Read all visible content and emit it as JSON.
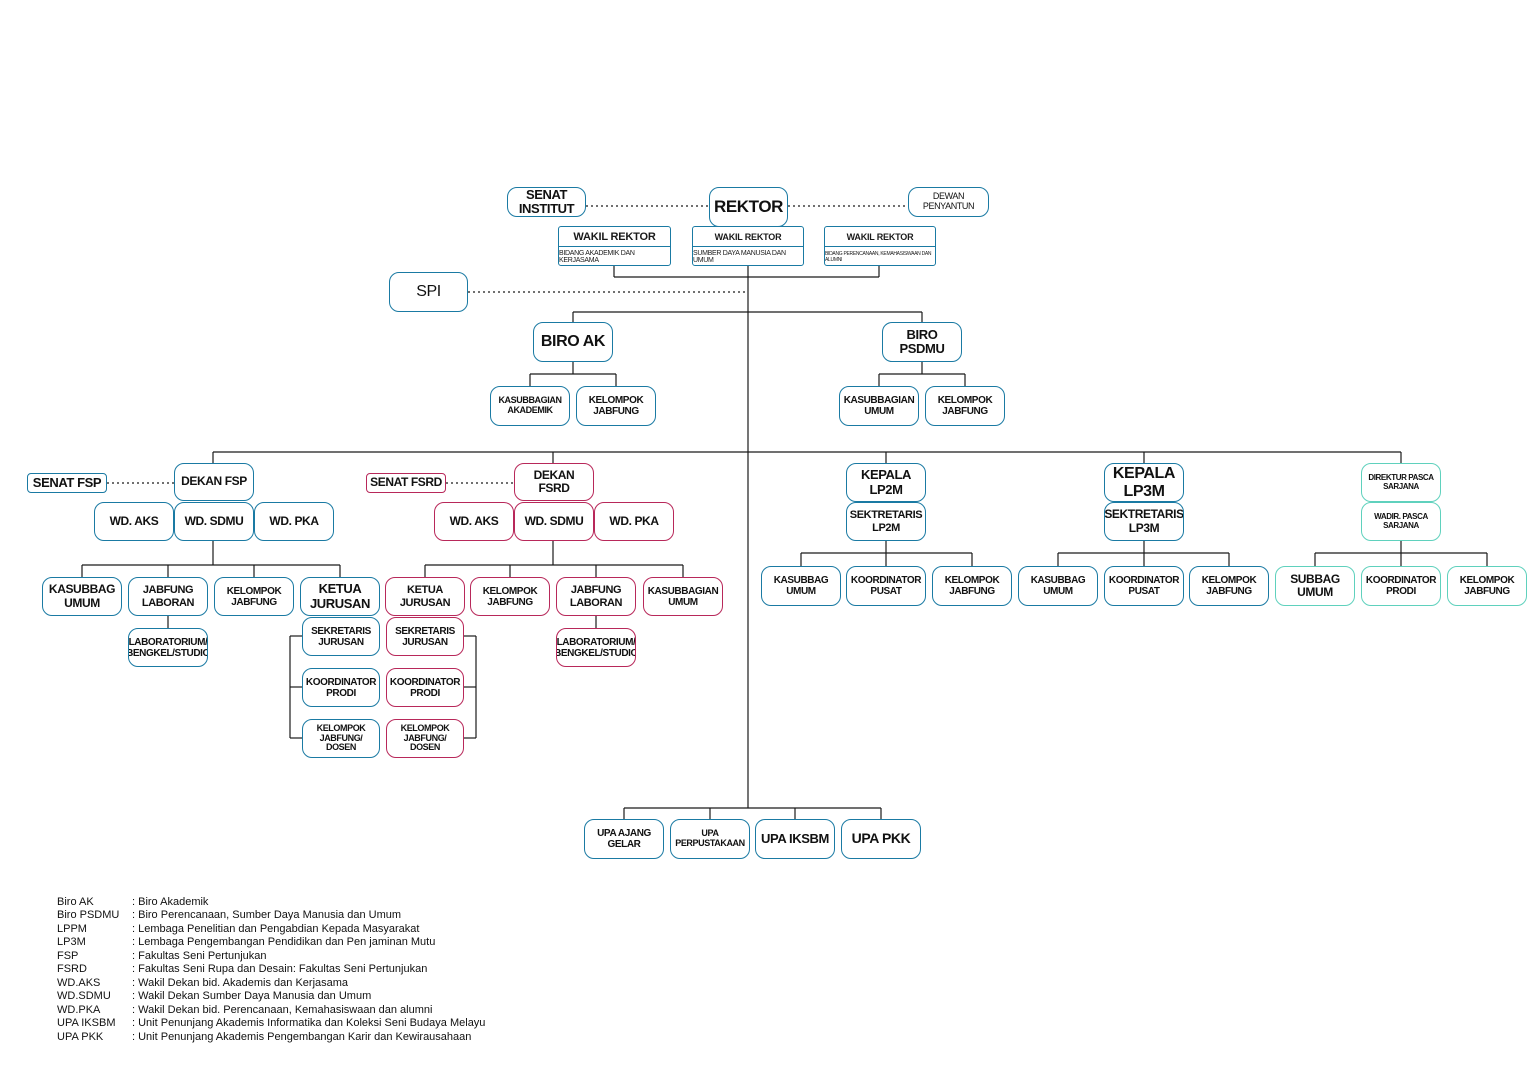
{
  "top": {
    "rektor": "REKTOR",
    "senat_institut": "SENAT INSTITUT",
    "dewan": "DEWAN PENYANTUN",
    "spi": "SPI",
    "wakil": [
      {
        "title": "WAKIL REKTOR",
        "sub": "BIDANG AKADEMIK DAN KERJASAMA"
      },
      {
        "title": "WAKIL REKTOR",
        "sub": "SUMBER DAYA MANUSIA DAN UMUM"
      },
      {
        "title": "WAKIL REKTOR",
        "sub": "BIDANG PERENCANAAN, KEMAHASISWAAN DAN ALUMNI"
      }
    ]
  },
  "biro_ak": {
    "title": "BIRO AK",
    "children": [
      "KASUBBAGIAN AKADEMIK",
      "KELOMPOK JABFUNG"
    ]
  },
  "biro_psdmu": {
    "title": "BIRO PSDMU",
    "children": [
      "KASUBBAGIAN UMUM",
      "KELOMPOK JABFUNG"
    ]
  },
  "fsp": {
    "senat": "SENAT FSP",
    "dekan": "DEKAN FSP",
    "wd": [
      "WD. AKS",
      "WD. SDMU",
      "WD. PKA"
    ],
    "units": [
      "KASUBBAG UMUM",
      "JABFUNG LABORAN",
      "KELOMPOK JABFUNG",
      "KETUA JURUSAN"
    ],
    "lab": "LABORATORIUM/ BENGKEL/STUDIO",
    "jurusan": [
      "SEKRETARIS JURUSAN",
      "KOORDINATOR PRODI",
      "KELOMPOK JABFUNG/ DOSEN"
    ]
  },
  "fsrd": {
    "senat": "SENAT FSRD",
    "dekan": "DEKAN FSRD",
    "wd": [
      "WD. AKS",
      "WD. SDMU",
      "WD. PKA"
    ],
    "units": [
      "KETUA JURUSAN",
      "KELOMPOK JABFUNG",
      "JABFUNG LABORAN",
      "KASUBBAGIAN UMUM"
    ],
    "lab": "LABORATORIUM/ BENGKEL/STUDIO",
    "jurusan": [
      "SEKRETARIS JURUSAN",
      "KOORDINATOR PRODI",
      "KELOMPOK JABFUNG/ DOSEN"
    ]
  },
  "lp2m": {
    "head": "KEPALA LP2M",
    "sek": "SEKTRETARIS LP2M",
    "units": [
      "KASUBBAG UMUM",
      "KOORDINATOR PUSAT",
      "KELOMPOK JABFUNG"
    ]
  },
  "lp3m": {
    "head": "KEPALA LP3M",
    "sek": "SEKTRETARIS LP3M",
    "units": [
      "KASUBBAG UMUM",
      "KOORDINATOR PUSAT",
      "KELOMPOK JABFUNG"
    ]
  },
  "pasca": {
    "head": "DIREKTUR PASCA SARJANA",
    "sek": "WADIR. PASCA SARJANA",
    "units": [
      "SUBBAG UMUM",
      "KOORDINATOR PRODI",
      "KELOMPOK JABFUNG"
    ]
  },
  "upa": [
    "UPA AJANG GELAR",
    "UPA PERPUSTAKAAN",
    "UPA IKSBM",
    "UPA PKK"
  ],
  "legend": [
    {
      "k": "Biro AK",
      "v": ": Biro Akademik"
    },
    {
      "k": "Biro PSDMU",
      "v": ": Biro Perencanaan, Sumber Daya Manusia dan Umum"
    },
    {
      "k": "LPPM",
      "v": ": Lembaga Penelitian dan Pengabdian Kepada Masyarakat"
    },
    {
      "k": "LP3M",
      "v": ": Lembaga Pengembangan Pendidikan dan Pen jaminan Mutu"
    },
    {
      "k": "FSP",
      "v": ": Fakultas Seni Pertunjukan"
    },
    {
      "k": "FSRD",
      "v": ": Fakultas Seni Rupa dan Desain: Fakultas Seni Pertunjukan"
    },
    {
      "k": "WD.AKS",
      "v": ": Wakil Dekan bid. Akademis dan Kerjasama"
    },
    {
      "k": "WD.SDMU",
      "v": ": Wakil Dekan Sumber Daya Manusia dan Umum"
    },
    {
      "k": "WD.PKA",
      "v": ": Wakil Dekan bid. Perencanaan, Kemahasiswaan dan alumni"
    },
    {
      "k": "UPA IKSBM",
      "v": ": Unit Penunjang Akademis Informatika dan Koleksi Seni Budaya Melayu"
    },
    {
      "k": "UPA PKK",
      "v": ": Unit Penunjang Akademis Pengembangan Karir dan Kewirausahaan"
    }
  ],
  "colors": {
    "blue": "#1a7aa3",
    "red": "#b8285a",
    "teal": "#5fd1bd"
  }
}
